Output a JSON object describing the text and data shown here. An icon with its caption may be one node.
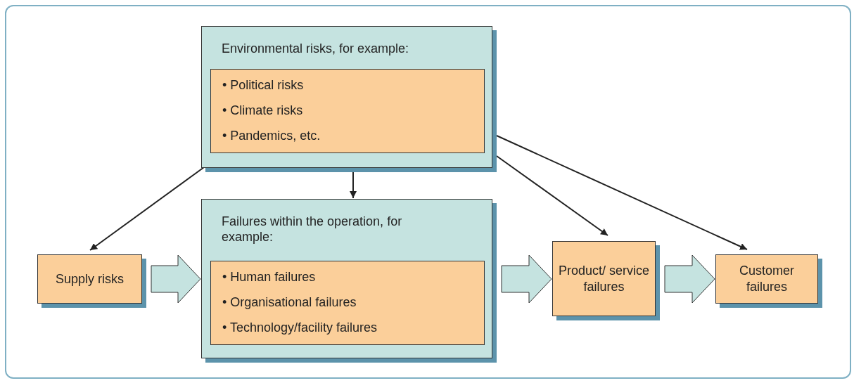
{
  "diagram": {
    "nodes": [
      {
        "text": [
          "Environmental risks, for example:"
        ]
      },
      {
        "text": [
          "• Political risks",
          "• Climate risks",
          "• Pandemics, etc."
        ],
        "in": 0
      },
      {
        "text": [
          "Supply risks"
        ]
      },
      {
        "text": [
          "Failures within the operation, for example:"
        ]
      },
      {
        "text": [
          "• Human failures",
          "• Organisational failures",
          "• Technology/facility failures"
        ],
        "in": 3
      },
      {
        "text": [
          "Product/ service failures"
        ]
      },
      {
        "text": [
          "Customer failures"
        ]
      }
    ],
    "edges": [
      {
        "from": 0,
        "to": 2,
        "arrow": "to"
      },
      {
        "from": 0,
        "to": 3,
        "arrow": "to"
      },
      {
        "from": 0,
        "to": 5,
        "arrow": "to"
      },
      {
        "from": 0,
        "to": 6,
        "arrow": "to"
      },
      {
        "from": 2,
        "to": 3,
        "arrow": "to",
        "style": "thick"
      },
      {
        "from": 3,
        "to": 5,
        "arrow": "to",
        "style": "thick"
      },
      {
        "from": 5,
        "to": 6,
        "arrow": "to",
        "style": "thick"
      }
    ]
  }
}
